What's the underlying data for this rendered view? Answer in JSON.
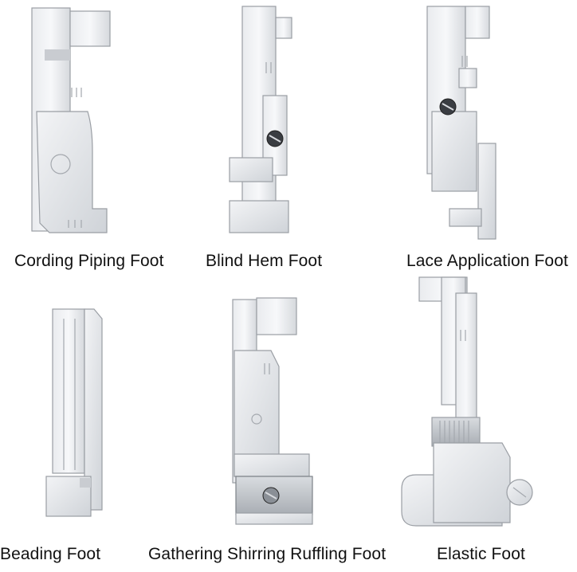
{
  "feet": [
    {
      "label": "Cording Piping Foot"
    },
    {
      "label": "Blind Hem Foot"
    },
    {
      "label": "Lace Application Foot"
    },
    {
      "label": "Beading Foot"
    },
    {
      "label": "Gathering Shirring Ruffling Foot"
    },
    {
      "label": "Elastic Foot"
    }
  ]
}
